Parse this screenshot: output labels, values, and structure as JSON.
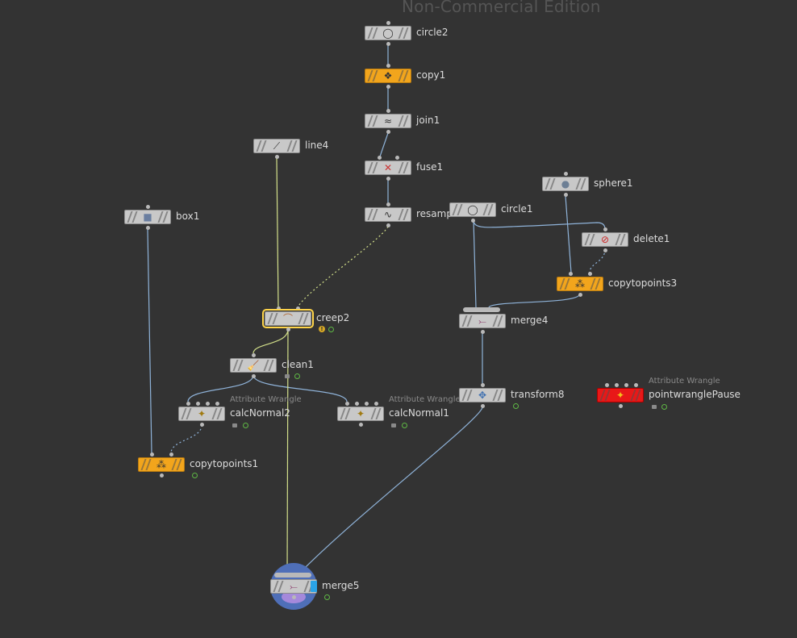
{
  "watermark": "Non-Commercial Edition",
  "nodes": {
    "circle2": {
      "label": "circle2",
      "icon": "circle-icon"
    },
    "copy1": {
      "label": "copy1",
      "icon": "copy-icon"
    },
    "join1": {
      "label": "join1",
      "icon": "join-icon"
    },
    "fuse1": {
      "label": "fuse1",
      "icon": "fuse-icon"
    },
    "resample": {
      "label": "resamp",
      "icon": "resample-icon"
    },
    "line4": {
      "label": "line4",
      "icon": "line-icon"
    },
    "box1": {
      "label": "box1",
      "icon": "box-icon"
    },
    "creep2": {
      "label": "creep2",
      "icon": "creep-icon"
    },
    "clean1": {
      "label": "clean1",
      "icon": "broom-icon"
    },
    "calcNormal2": {
      "label": "calcNormal2",
      "type": "Attribute Wrangle",
      "icon": "wrangle-icon"
    },
    "calcNormal1": {
      "label": "calcNormal1",
      "type": "Attribute Wrangle",
      "icon": "wrangle-icon"
    },
    "copytopoints1": {
      "label": "copytopoints1",
      "icon": "copytopoints-icon"
    },
    "sphere1": {
      "label": "sphere1",
      "icon": "sphere-icon"
    },
    "circle1": {
      "label": "circle1",
      "icon": "circle-icon"
    },
    "delete1": {
      "label": "delete1",
      "icon": "delete-icon"
    },
    "copytopoints3": {
      "label": "copytopoints3",
      "icon": "copytopoints-icon"
    },
    "merge4": {
      "label": "merge4",
      "icon": "merge-icon"
    },
    "transform8": {
      "label": "transform8",
      "icon": "transform-icon"
    },
    "pointwranglePause": {
      "label": "pointwranglePause",
      "type": "Attribute Wrangle",
      "icon": "wrangle-icon"
    },
    "merge5": {
      "label": "merge5",
      "icon": "merge-icon"
    }
  },
  "colors": {
    "background": "#333333",
    "node_default": "#c8c8c8",
    "node_orange": "#f2a51c",
    "node_red": "#e81818",
    "wire": "#8fb3d9",
    "wire_selected": "#d3e08a",
    "display_flag": "#2aa3e6",
    "template_halo": "#4f6fb8",
    "selected_outline": "#ffd54a"
  }
}
